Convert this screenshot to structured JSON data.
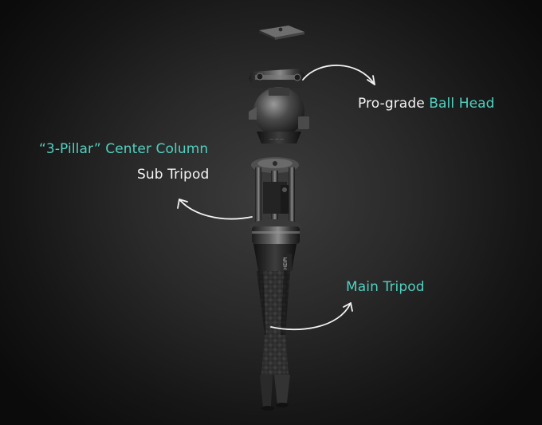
{
  "labels": {
    "ball_head_prefix": "Pro-grade ",
    "ball_head_accent": "Ball Head",
    "center_column": "“3-Pillar” Center Column",
    "sub_tripod": "Sub Tripod",
    "main_tripod": "Main Tripod"
  },
  "colors": {
    "accent": "#4fd1c0",
    "text": "#f4f4f4",
    "background": "#1e1e1e"
  }
}
